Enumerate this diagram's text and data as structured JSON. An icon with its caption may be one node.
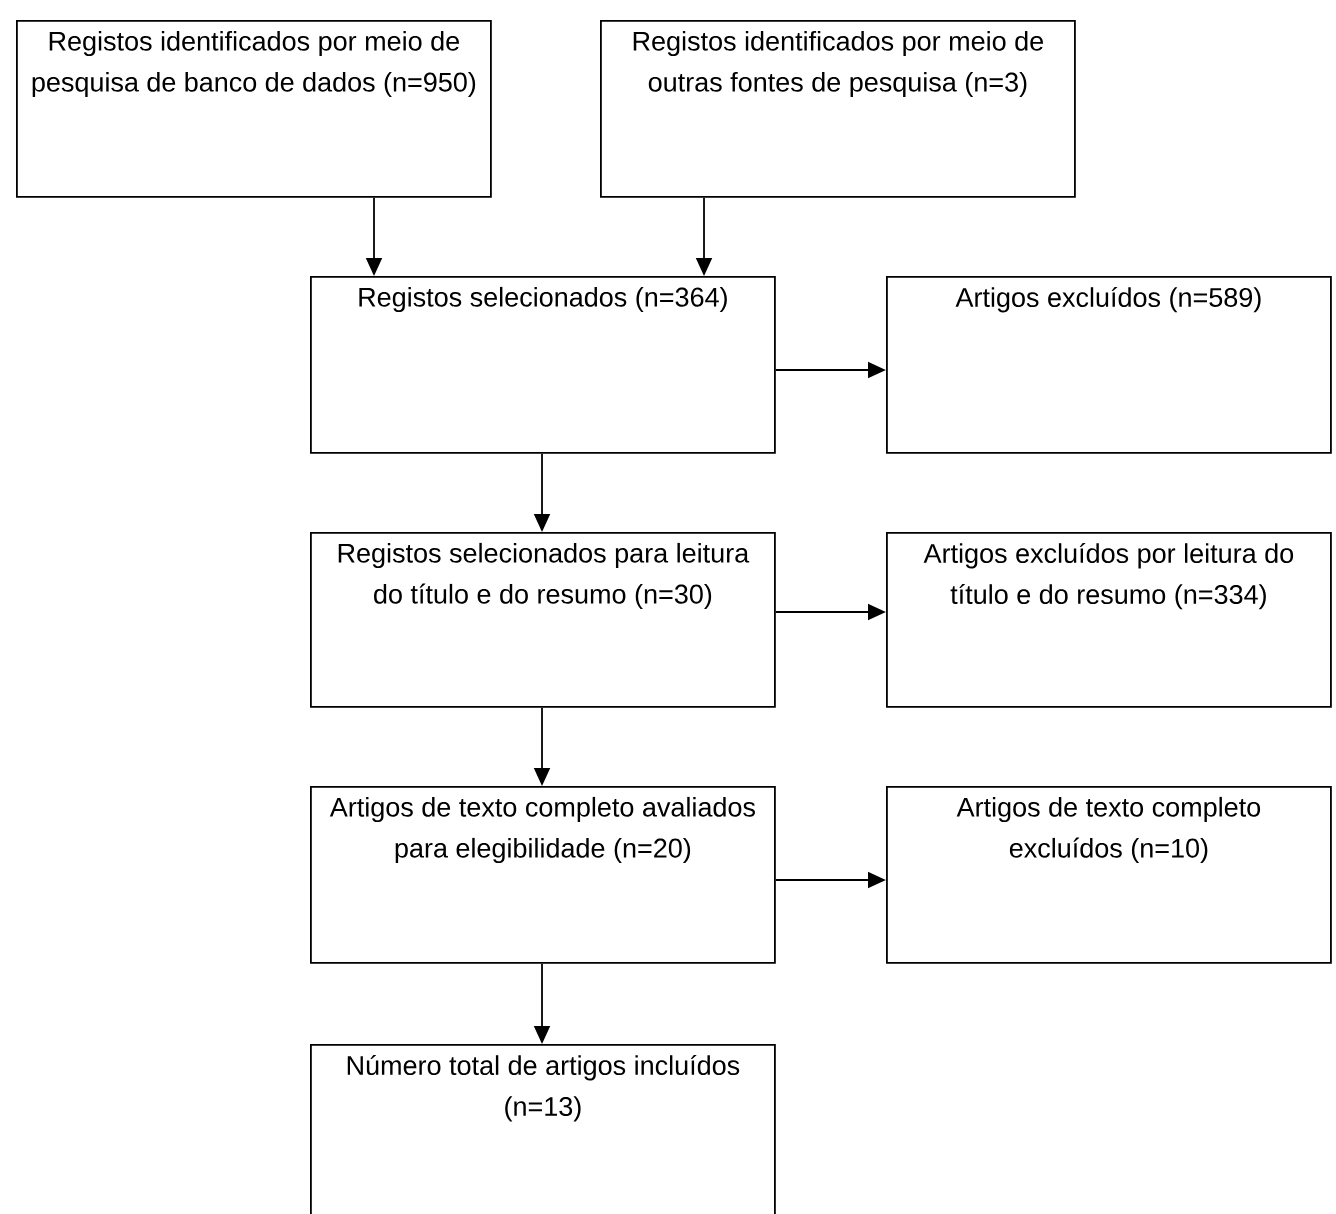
{
  "diagram": {
    "nodes": [
      {
        "text": [
          "Registos identificados por meio de pesquisa de banco de dados (n=950)"
        ]
      },
      {
        "text": [
          "Registos identificados por meio de outras fontes de pesquisa (n=3)"
        ]
      },
      {
        "text": [
          "Registos selecionados (n=364)"
        ]
      },
      {
        "text": [
          "Artigos excluídos (n=589)"
        ]
      },
      {
        "text": [
          "Registos selecionados para leitura do título e do resumo (n=30)"
        ]
      },
      {
        "text": [
          "Artigos excluídos por leitura do título e do resumo (n=334)"
        ]
      },
      {
        "text": [
          "Artigos de texto completo avaliados para elegibilidade (n=20)"
        ]
      },
      {
        "text": [
          "Artigos de texto completo excluídos (n=10)"
        ]
      },
      {
        "text": [
          "Número total de artigos incluídos (n=13)"
        ]
      }
    ],
    "edges": [
      {
        "from": 0,
        "to": 2,
        "arrow": "to"
      },
      {
        "from": 1,
        "to": 2,
        "arrow": "to"
      },
      {
        "from": 2,
        "to": 3,
        "arrow": "to"
      },
      {
        "from": 2,
        "to": 4,
        "arrow": "to"
      },
      {
        "from": 4,
        "to": 5,
        "arrow": "to"
      },
      {
        "from": 4,
        "to": 6,
        "arrow": "to"
      },
      {
        "from": 6,
        "to": 7,
        "arrow": "to"
      },
      {
        "from": 6,
        "to": 8,
        "arrow": "to"
      }
    ]
  }
}
